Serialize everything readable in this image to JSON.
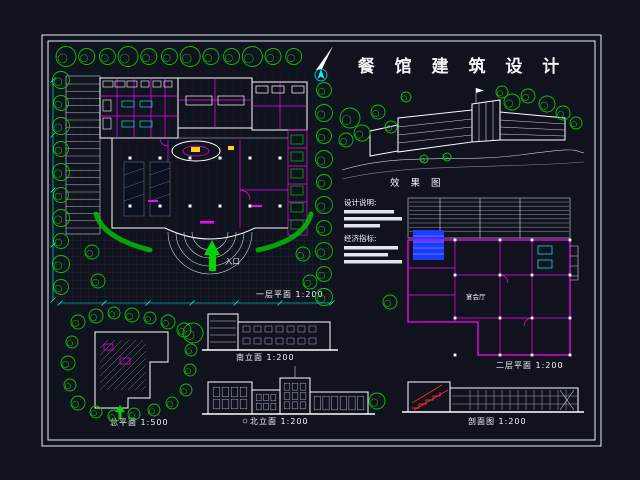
{
  "sheet": {
    "title": "餐 馆 建 筑 设 计",
    "background": "#10131e"
  },
  "colors": {
    "line": "#ffffff",
    "green": "#00c800",
    "magenta": "#ff00ff",
    "cyan": "#00ffff",
    "red": "#ff2a2a",
    "blue": "#1d3cff",
    "yellow": "#ffd400"
  },
  "drawings": {
    "main_plan": {
      "label": "一层平面 1:200",
      "entrance_label": "入口"
    },
    "rendering": {
      "label": "效 果 图"
    },
    "notes": {
      "design_heading": "设计说明:",
      "econ_heading": "经济指标:"
    },
    "plan_2f": {
      "label": "二层平面 1:200",
      "room_label": "宴会厅"
    },
    "site_plan": {
      "label": "总平面 1:500"
    },
    "elevation_south": {
      "label": "南立面 1:200"
    },
    "elevation_north": {
      "label": "北立面 1:200"
    },
    "section": {
      "label": "剖面图 1:200"
    }
  }
}
